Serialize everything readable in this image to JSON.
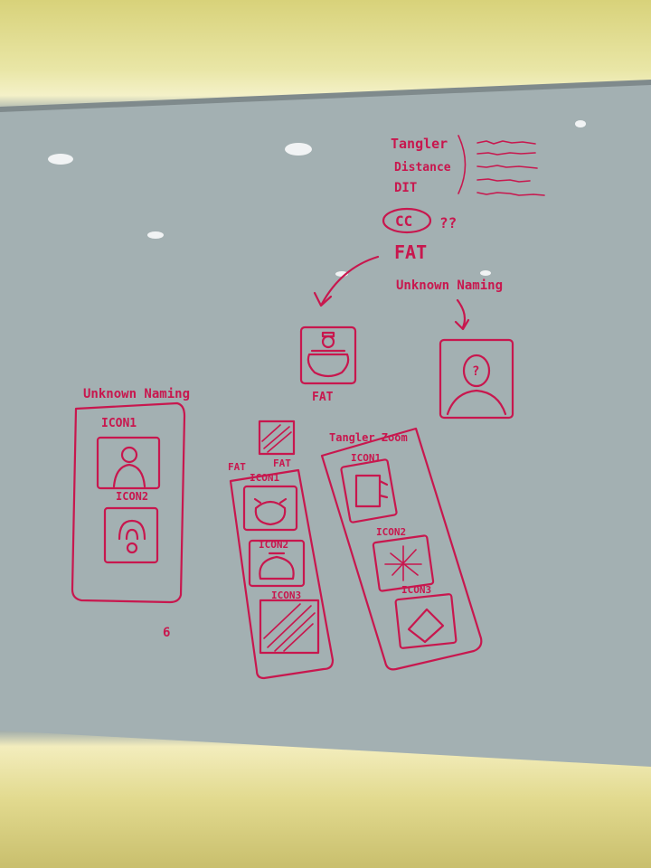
{
  "photo": {
    "subject": "whiteboard-sketch",
    "ink_color": "#c8174e",
    "board_color": "#a3afb1",
    "frame_color": "#e9e4a6"
  },
  "notes": {
    "terms": [
      "Tangler",
      "Distance",
      "DIT"
    ],
    "cc_label": "CC",
    "question_marks": "??",
    "fat_label": "FAT",
    "unknown_naming_top": "Unknown Naming"
  },
  "center": {
    "fat_caption": "FAT"
  },
  "left_column": {
    "title": "Unknown Naming",
    "icon1_label": "ICON1",
    "icon2_label": "ICON2",
    "stray_mark": "6"
  },
  "middle_column": {
    "header_left": "FAT",
    "header_right": "FAT",
    "icon1_label": "ICON1",
    "icon2_label": "ICON2",
    "icon3_label": "ICON3"
  },
  "right_column": {
    "title": "Tangler Zoom",
    "icon1_label": "ICON1",
    "icon2_label": "ICON2",
    "icon3_label": "ICON3"
  }
}
